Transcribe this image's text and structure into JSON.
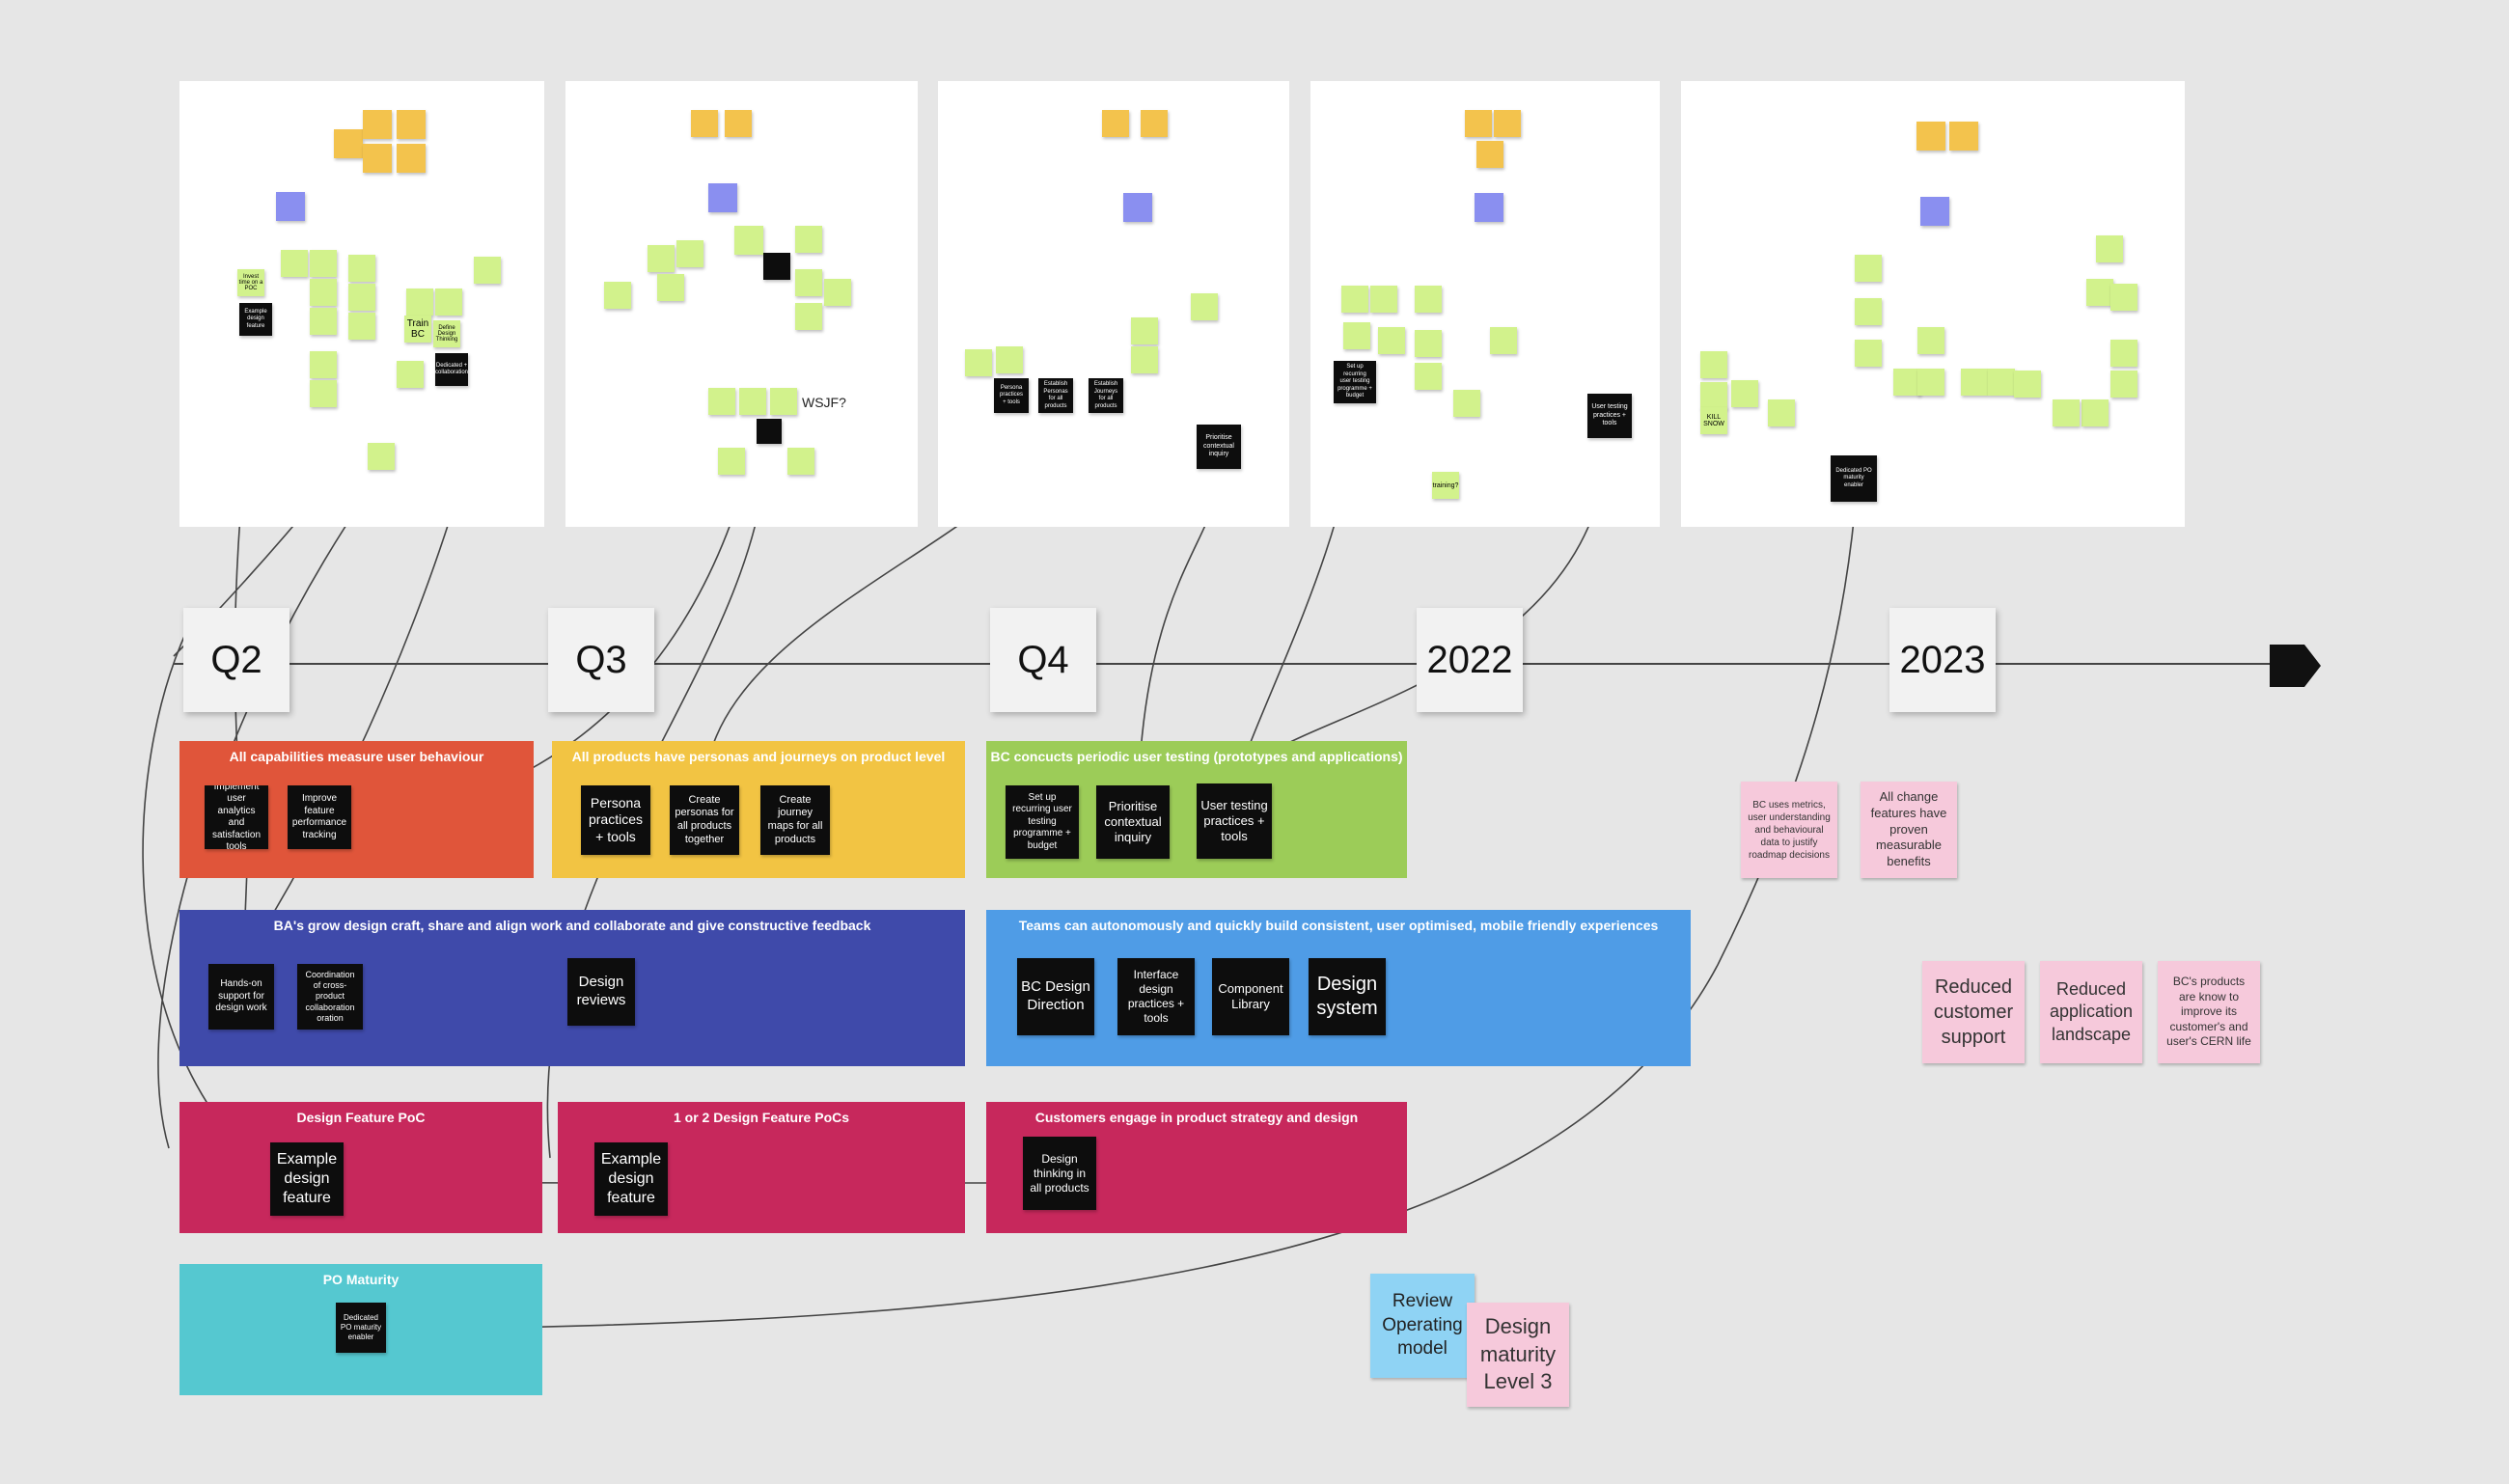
{
  "timeline": {
    "milestones": [
      {
        "label": "Q2"
      },
      {
        "label": "Q3"
      },
      {
        "label": "Q4"
      },
      {
        "label": "2022"
      },
      {
        "label": "2023"
      }
    ]
  },
  "boards": {
    "b1": {
      "train": "Train BC",
      "define": "Define Design Thinking",
      "invest": "Invest time on a POC",
      "card_example": "Example design feature",
      "card_dedicated": "Dedicated + collaboration"
    },
    "b2": {
      "wsjf": "WSJF?"
    },
    "b3": {
      "card_persona": "Persona practices + tools",
      "card_establish": "Establish Personas for all products",
      "card_journeys": "Establish Journeys for all products"
    },
    "b4": {
      "card_setup": "Set up recurring user testing programme + budget",
      "training": "training?"
    },
    "b5": {
      "card_testing": "User testing practices + tools",
      "card_prioritise": "Prioritise contextual inquiry"
    },
    "b6": {
      "card_dedicated_po": "Dedicated PO maturity enabler",
      "kill_snow": "KILL SNOW"
    }
  },
  "bands": {
    "measure": {
      "title": "All capabilities measure user behaviour",
      "color": "#e0553a",
      "cards": [
        "Implement user analytics and satisfaction tools",
        "Improve feature performance tracking"
      ]
    },
    "personas": {
      "title": "All products have personas and journeys on product level",
      "color": "#f2c443",
      "cards": [
        "Persona practices + tools",
        "Create personas for all products together",
        "Create journey maps for all products"
      ]
    },
    "testing": {
      "title": "BC concucts periodic user testing  (prototypes and applications)",
      "color": "#9ccc58",
      "cards": [
        "Set up recurring user testing programme + budget",
        "Prioritise contextual inquiry",
        "User testing practices + tools"
      ]
    },
    "craft": {
      "title": "BA's grow design craft, share and align work and collaborate and give constructive feedback",
      "color": "#3f4aaa",
      "cards": [
        "Hands-on support for design work",
        "Coordination of cross-product collaboration oration",
        "Design reviews"
      ]
    },
    "teams": {
      "title": "Teams can autonomously and quickly build consistent, user optimised, mobile friendly experiences",
      "color": "#4f9ce6",
      "cards": [
        "BC Design Direction",
        "Interface design practices + tools",
        "Component Library",
        "Design system"
      ]
    },
    "poc": {
      "title": "Design Feature PoC",
      "color": "#c7285c",
      "cards": [
        "Example design feature"
      ]
    },
    "pocs": {
      "title": "1 or 2  Design Feature PoCs",
      "color": "#c7285c",
      "cards": [
        "Example design feature"
      ]
    },
    "customers": {
      "title": "Customers engage in product strategy and design",
      "color": "#c7285c",
      "cards": [
        "Design thinking in all products"
      ]
    },
    "po": {
      "title": "PO Maturity",
      "color": "#55c8d0",
      "cards": [
        "Dedicated PO maturity enabler"
      ]
    }
  },
  "outcomes": {
    "metrics": "BC uses metrics, user understanding and behavioural data to justify roadmap decisions",
    "features": "All change features have proven measurable benefits",
    "support": "Reduced customer support",
    "landscape": "Reduced application landscape",
    "products": "BC's products are know to improve its customer's and user's CERN life",
    "review": "Review Operating model",
    "maturity": "Design maturity Level 3"
  },
  "colors": {
    "background": "#e6e6e6",
    "sticky_green": "#d2f28c",
    "sticky_yellow": "#f3c34d",
    "sticky_purple": "#8a8ff0",
    "sticky_pink": "#f6c9db",
    "sticky_blue": "#8fd3f4",
    "card_black": "#0d0d0d"
  }
}
